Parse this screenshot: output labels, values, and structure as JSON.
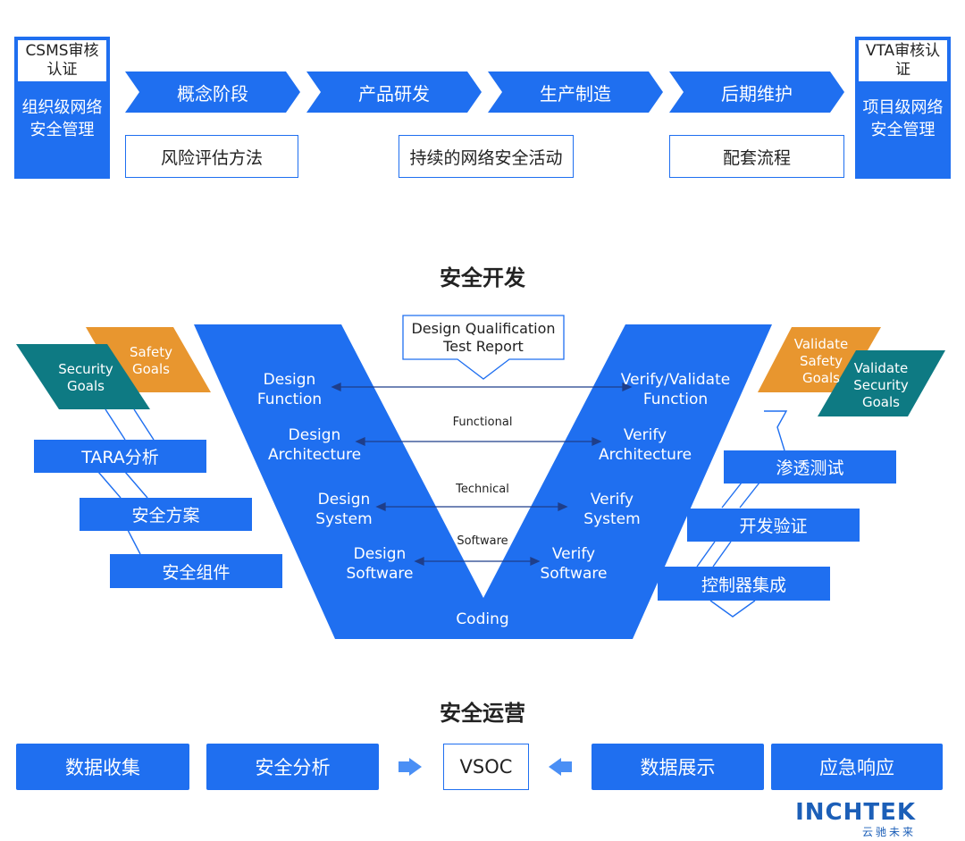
{
  "top": {
    "left_col": {
      "top": "CSMS审核认证",
      "bottom": "组织级网络安全管理"
    },
    "right_col": {
      "top": "VTA审核认证",
      "bottom": "项目级网络安全管理"
    },
    "phases": [
      "概念阶段",
      "产品研发",
      "生产制造",
      "后期维护"
    ],
    "supports": [
      "风险评估方法",
      "持续的网络安全活动",
      "配套流程"
    ]
  },
  "dev": {
    "title": "安全开发",
    "report": "Design Qualification Test Report",
    "left_labels": [
      {
        "l1": "Design",
        "l2": "Function"
      },
      {
        "l1": "Design",
        "l2": "Architecture"
      },
      {
        "l1": "Design",
        "l2": "System"
      },
      {
        "l1": "Design",
        "l2": "Software"
      }
    ],
    "right_labels": [
      {
        "l1": "Verify/Validate",
        "l2": "Function"
      },
      {
        "l1": "Verify",
        "l2": "Architecture"
      },
      {
        "l1": "Verify",
        "l2": "System"
      },
      {
        "l1": "Verify",
        "l2": "Software"
      }
    ],
    "level_labels": [
      "Functional",
      "Technical",
      "Software"
    ],
    "coding": "Coding",
    "left_goals": {
      "security": "Security Goals",
      "safety": "Safety Goals"
    },
    "right_goals": {
      "safety": "Validate Safety Goals",
      "security": "Validate Security Goals"
    },
    "left_steps": [
      "TARA分析",
      "安全方案",
      "安全组件"
    ],
    "right_steps": [
      "渗透测试",
      "开发验证",
      "控制器集成"
    ]
  },
  "ops": {
    "title": "安全运营",
    "items": [
      "数据收集",
      "安全分析",
      "VSOC",
      "数据展示",
      "应急响应"
    ]
  },
  "brand": {
    "name": "INCHTEK",
    "sub": "云驰未来"
  },
  "colors": {
    "primary": "#1f6ff0",
    "teal": "#0e7a83",
    "orange": "#e8962f"
  }
}
